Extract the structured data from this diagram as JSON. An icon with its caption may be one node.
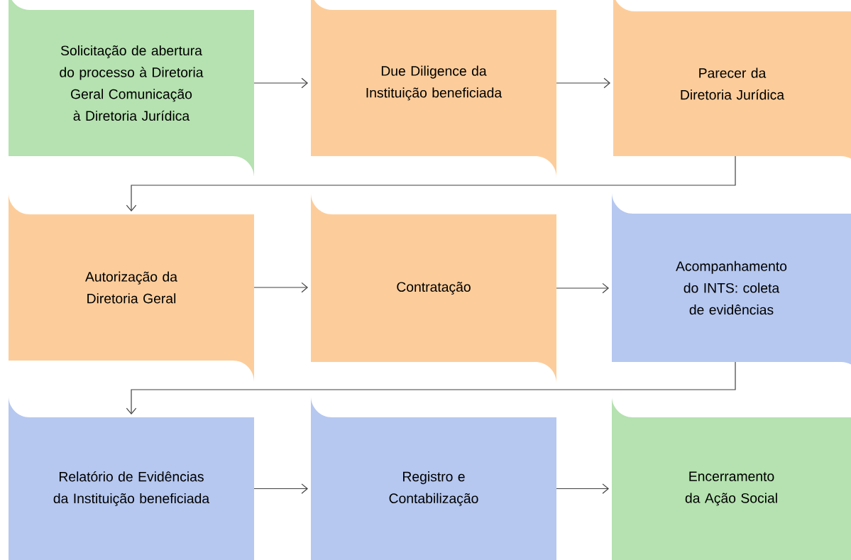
{
  "diagram": {
    "nodes": [
      {
        "text": [
          "Solicitação de abertura do processo à Diretoria Geral Comunicação à Diretoria Jurídica"
        ]
      },
      {
        "text": [
          "Due Diligence da Instituição beneficiada"
        ]
      },
      {
        "text": [
          "Parecer da Diretoria Jurídica"
        ]
      },
      {
        "text": [
          "Autorização da Diretoria Geral"
        ]
      },
      {
        "text": [
          "Contratação"
        ]
      },
      {
        "text": [
          "Acompanhamento do INTS: coleta de evidências"
        ]
      },
      {
        "text": [
          "Relatório de Evidências da Instituição beneficiada"
        ]
      },
      {
        "text": [
          "Registro e Contabilização"
        ]
      },
      {
        "text": [
          "Encerramento da Ação Social"
        ]
      }
    ],
    "edges": [
      {
        "from": 0,
        "to": 1,
        "arrow": "to"
      },
      {
        "from": 1,
        "to": 2,
        "arrow": "to"
      },
      {
        "from": 2,
        "to": 3,
        "arrow": "to"
      },
      {
        "from": 3,
        "to": 4,
        "arrow": "to"
      },
      {
        "from": 4,
        "to": 5,
        "arrow": "to"
      },
      {
        "from": 5,
        "to": 6,
        "arrow": "to"
      },
      {
        "from": 6,
        "to": 7,
        "arrow": "to"
      },
      {
        "from": 7,
        "to": 8,
        "arrow": "to"
      }
    ]
  }
}
